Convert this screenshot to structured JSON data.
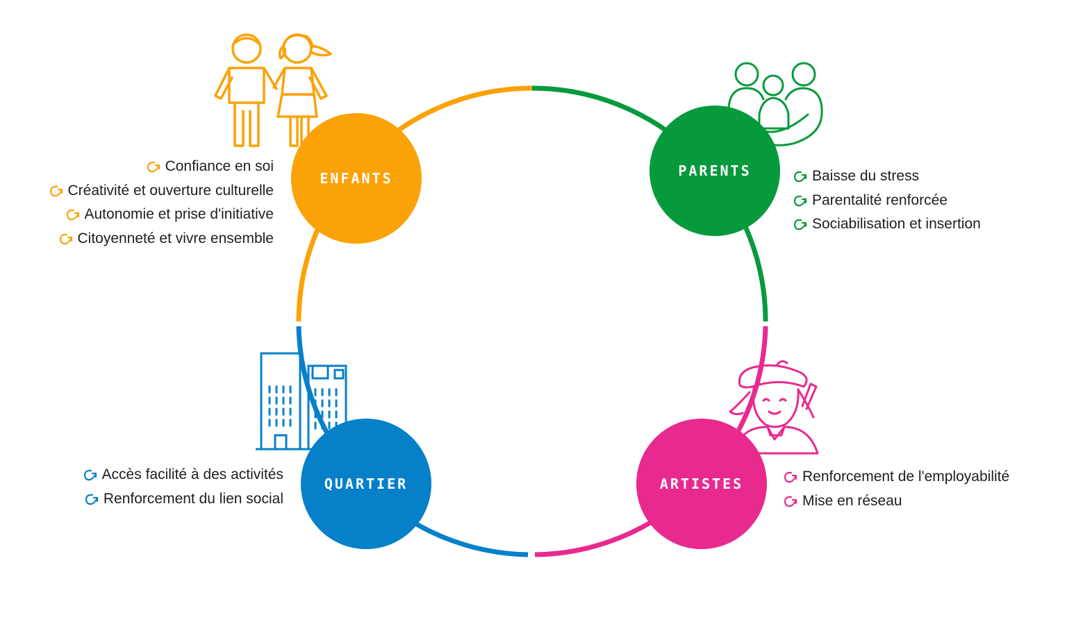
{
  "colors": {
    "orange": "#FBA208",
    "green": "#079A3C",
    "blue": "#0680C9",
    "pink": "#E82A8F",
    "text": "#1E1E1E"
  },
  "enfants": {
    "label": "ENFANTS",
    "items": [
      "Confiance en soi",
      "Créativité et ouverture culturelle",
      "Autonomie et prise d'initiative",
      "Citoyenneté et vivre ensemble"
    ]
  },
  "parents": {
    "label": "PARENTS",
    "items": [
      "Baisse du stress",
      "Parentalité renforcée",
      "Sociabilisation et insertion"
    ]
  },
  "quartier": {
    "label": "QUARTIER",
    "items": [
      "Accès facilité à des activités",
      "Renforcement du lien social"
    ]
  },
  "artistes": {
    "label": "ARTISTES",
    "items": [
      "Renforcement de l'employabilité",
      "Mise en réseau"
    ]
  },
  "icons": {
    "enfants": "children-icon",
    "parents": "family-icon",
    "quartier": "buildings-icon",
    "artistes": "artist-icon",
    "bullet": "curved-arrow-icon"
  }
}
